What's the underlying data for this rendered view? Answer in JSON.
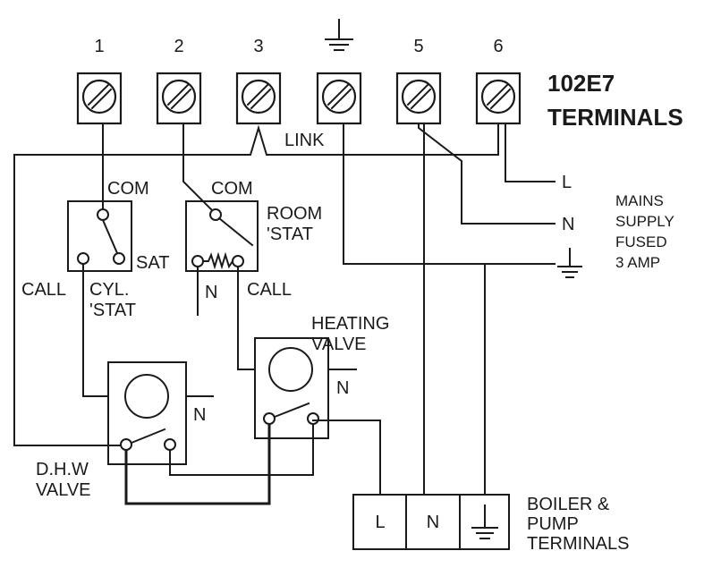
{
  "terminals": {
    "numbers": [
      "1",
      "2",
      "3",
      "5",
      "6"
    ],
    "title_line1": "102E7",
    "title_line2": "TERMINALS",
    "link": "LINK"
  },
  "mains": {
    "l": "L",
    "n": "N",
    "line1": "MAINS",
    "line2": "SUPPLY",
    "line3": "FUSED",
    "line4": "3 AMP"
  },
  "cyl_stat": {
    "com": "COM",
    "sat": "SAT",
    "call": "CALL",
    "name1": "CYL.",
    "name2": "'STAT"
  },
  "room_stat": {
    "com": "COM",
    "name1": "ROOM",
    "name2": "'STAT",
    "n": "N",
    "call": "CALL"
  },
  "heating_valve": {
    "name1": "HEATING",
    "name2": "VALVE",
    "n": "N"
  },
  "dhw_valve": {
    "name1": "D.H.W",
    "name2": "VALVE",
    "n": "N"
  },
  "boiler": {
    "l": "L",
    "n": "N",
    "name1": "BOILER &",
    "name2": "PUMP",
    "name3": "TERMINALS"
  }
}
